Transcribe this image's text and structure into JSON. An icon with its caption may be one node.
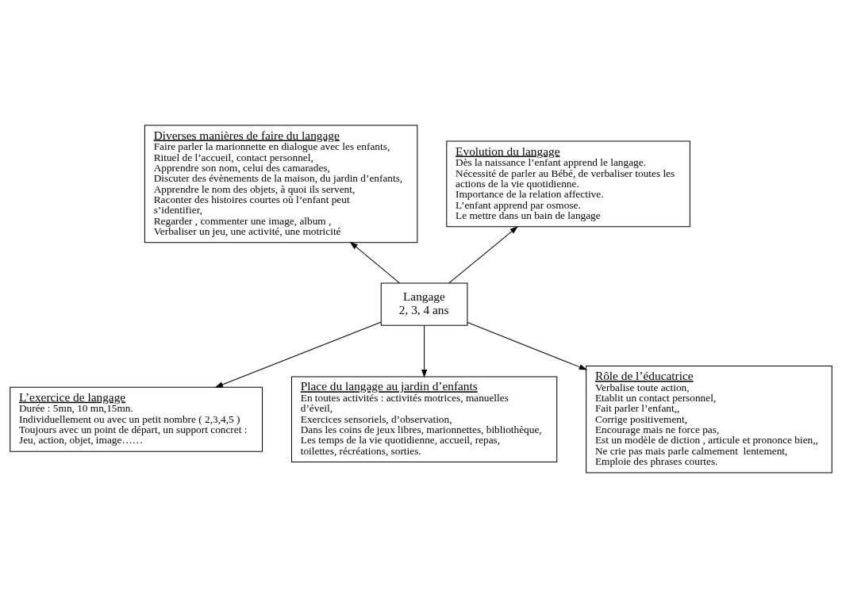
{
  "diagram": {
    "nodes": [
      {
        "text": [
          "Langage",
          "2, 3, 4 ans"
        ]
      },
      {
        "text": [
          "Diverses manières de faire du langage",
          "Faire parler la marionnette en dialogue avec les enfants,",
          "Rituel de l’accueil, contact personnel,",
          "Apprendre son nom, celui des camarades,",
          "Discuter des évènements de la maison, du jardin d’enfants,",
          "Apprendre le nom des objets, à quoi ils servent,",
          "Raconter des histoires courtes où l’enfant peut s’identifier,",
          "Regarder , commenter une image, album ,",
          "Verbaliser un jeu, une activité, une motricité"
        ]
      },
      {
        "text": [
          "Evolution du langage",
          "Dès la naissance l’enfant apprend le langage.",
          "Nécessité de parler au Bébé, de verbaliser toutes les actions de la vie quotidienne.",
          "Importance de la relation affective.",
          "L’enfant apprend par osmose.",
          "Le mettre dans un bain de langage"
        ]
      },
      {
        "text": [
          "L’exercice de langage",
          "Durée : 5mn, 10 mn,15mn.",
          "Individuellement ou avec un petit nombre ( 2,3,4,5 )",
          "Toujours avec un point de départ, un support concret : Jeu, action, objet, image……"
        ]
      },
      {
        "text": [
          "Place du langage au jardin d’enfants",
          "En toutes activités : activités motrices, manuelles d’éveil,",
          "Exercices sensoriels, d’observation,",
          "Dans les coins de jeux libres, marionnettes, bibliothèque,",
          "Les temps de la vie quotidienne, accueil, repas, toilettes, récréations, sorties."
        ]
      },
      {
        "text": [
          "Rôle de l’éducatrice",
          "Verbalise toute action,",
          "Etablit un contact personnel,",
          "Fait parler l’enfant,,",
          "Corrige positivement,",
          "Encourage mais ne force pas,",
          "Est un modèle de diction , articule et prononce bien,,",
          "Ne crie pas mais parle calmement  lentement,",
          "Emploie des phrases courtes."
        ]
      }
    ],
    "edges": [
      {
        "from": 0,
        "to": 1,
        "arrow": "to"
      },
      {
        "from": 0,
        "to": 2,
        "arrow": "to"
      },
      {
        "from": 0,
        "to": 3,
        "arrow": "to"
      },
      {
        "from": 0,
        "to": 4,
        "arrow": "to"
      },
      {
        "from": 0,
        "to": 5,
        "arrow": "to"
      }
    ]
  }
}
